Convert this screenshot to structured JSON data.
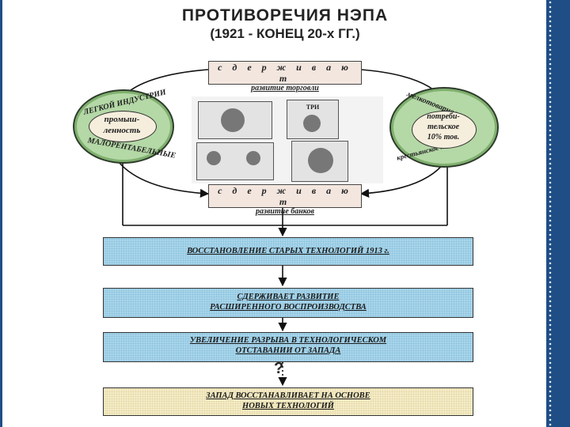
{
  "title": {
    "line1": "ПРОТИВОРЕЧИЯ НЭПА",
    "line2": "(1921 - КОНЕЦ 20-х ГГ.)"
  },
  "top_box": {
    "word": "с д е р ж и в а ю т",
    "subject": "развитие торговли"
  },
  "bottom_box": {
    "word": "с д е р ж и в а ю т",
    "subject": "развитие банков"
  },
  "left_circle": {
    "arc_top": "ЛЕГКОЙ ИНДУСТРИИ",
    "arc_bottom": "МАЛОРЕНТАБЕЛЬНЫЕ",
    "center": [
      "промыш-",
      "ленность"
    ]
  },
  "right_circle": {
    "arc_top": "мелкотоварное",
    "arc_bottom": "крестьянское хоз-во",
    "center": [
      "потреби-",
      "тельское",
      "10% тов."
    ]
  },
  "money_image": {
    "note_label": "ТРИ"
  },
  "bands": [
    {
      "text": "ВОССТАНОВЛЕНИЕ СТАРЫХ  ТЕХНОЛОГИЙ  1913 г."
    },
    {
      "text": "СДЕРЖИВАЕТ  РАЗВИТИЕ",
      "text2": "РАСШИРЕННОГО  ВОСПРОИЗВОДСТВА"
    },
    {
      "text": "УВЕЛИЧЕНИЕ РАЗРЫВА В ТЕХНОЛОГИЧЕСКОМ",
      "text2": "ОТСТАВАНИИ ОТ ЗАПАДА"
    },
    {
      "text": "ЗАПАД ВОССТАНАВЛИВАЕТ НА ОСНОВЕ",
      "text2": "НОВЫХ ТЕХНОЛОГИЙ"
    }
  ],
  "question_mark": "?",
  "colors": {
    "band_blue": "#a9d5ea",
    "band_yellow": "#f5ecc8",
    "circle_green": "#b4d8a6",
    "box_pink": "#f3e6df",
    "side_bar": "#1f4e86"
  }
}
